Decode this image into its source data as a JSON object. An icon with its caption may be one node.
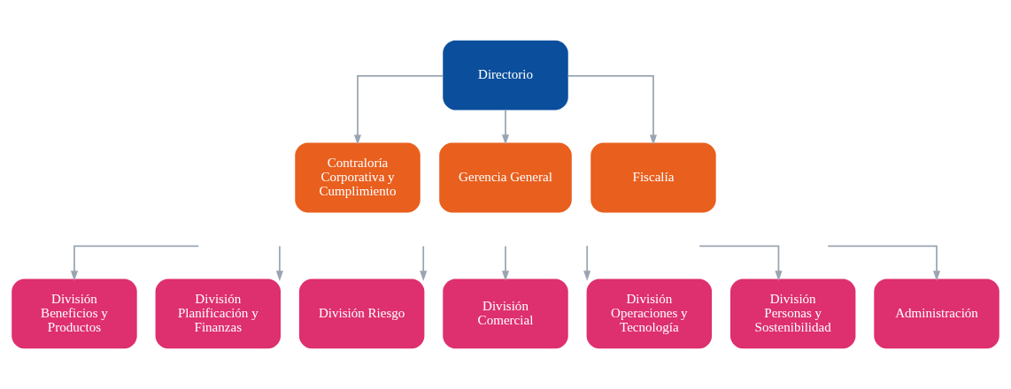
{
  "diagram": {
    "nodes": [
      {
        "text": [
          "Directorio"
        ]
      },
      {
        "text": [
          "Contraloría Corporativa y Cumplimiento"
        ]
      },
      {
        "text": [
          "Gerencia General"
        ]
      },
      {
        "text": [
          "Fiscalía"
        ]
      },
      {
        "text": [
          "División Beneficios y Productos"
        ]
      },
      {
        "text": [
          "División Planificación y Finanzas"
        ]
      },
      {
        "text": [
          "División Riesgo"
        ]
      },
      {
        "text": [
          "División Comercial"
        ]
      },
      {
        "text": [
          "División Operaciones y Tecnología"
        ]
      },
      {
        "text": [
          "División Personas y Sostenibilidad"
        ]
      },
      {
        "text": [
          "Administración"
        ]
      }
    ],
    "edges": [
      {
        "from": 0,
        "to": 1,
        "arrow": "to"
      },
      {
        "from": 0,
        "to": 2,
        "arrow": "to"
      },
      {
        "from": 0,
        "to": 3,
        "arrow": "to"
      },
      {
        "from": null,
        "to": 4,
        "arrow": "to"
      },
      {
        "from": null,
        "to": 5,
        "arrow": "to"
      },
      {
        "from": null,
        "to": 6,
        "arrow": "to"
      },
      {
        "from": null,
        "to": 7,
        "arrow": "to"
      },
      {
        "from": null,
        "to": 8,
        "arrow": "to"
      },
      {
        "from": null,
        "to": 9,
        "arrow": "to"
      },
      {
        "from": null,
        "to": 10,
        "arrow": "to"
      }
    ]
  }
}
